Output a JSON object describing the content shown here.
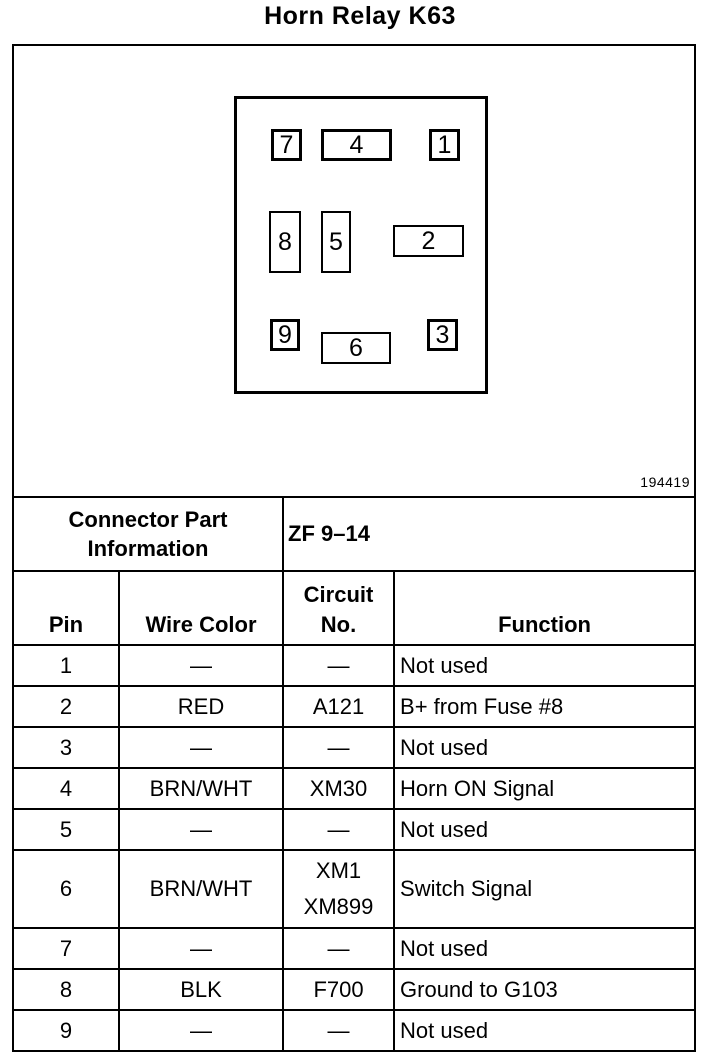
{
  "title": "Horn Relay K63",
  "figure_number": "194419",
  "relay_pins": [
    "7",
    "4",
    "1",
    "8",
    "5",
    "2",
    "9",
    "6",
    "3"
  ],
  "connector_part_info": {
    "label_line1": "Connector Part",
    "label_line2": "Information",
    "value": "ZF 9–14"
  },
  "table": {
    "headers": {
      "pin": "Pin",
      "wire_color": "Wire Color",
      "circuit_line1": "Circuit",
      "circuit_line2": "No.",
      "function": "Function"
    },
    "rows": [
      {
        "pin": "1",
        "wire_color": "—",
        "circuit": [
          "—"
        ],
        "function": "Not used"
      },
      {
        "pin": "2",
        "wire_color": "RED",
        "circuit": [
          "A121"
        ],
        "function": "B+ from Fuse #8"
      },
      {
        "pin": "3",
        "wire_color": "—",
        "circuit": [
          "—"
        ],
        "function": "Not used"
      },
      {
        "pin": "4",
        "wire_color": "BRN/WHT",
        "circuit": [
          "XM30"
        ],
        "function": "Horn ON Signal"
      },
      {
        "pin": "5",
        "wire_color": "—",
        "circuit": [
          "—"
        ],
        "function": "Not used"
      },
      {
        "pin": "6",
        "wire_color": "BRN/WHT",
        "circuit": [
          "XM1",
          "XM899"
        ],
        "function": "Switch Signal"
      },
      {
        "pin": "7",
        "wire_color": "—",
        "circuit": [
          "—"
        ],
        "function": "Not used"
      },
      {
        "pin": "8",
        "wire_color": "BLK",
        "circuit": [
          "F700"
        ],
        "function": "Ground to G103"
      },
      {
        "pin": "9",
        "wire_color": "—",
        "circuit": [
          "—"
        ],
        "function": "Not used"
      }
    ]
  }
}
